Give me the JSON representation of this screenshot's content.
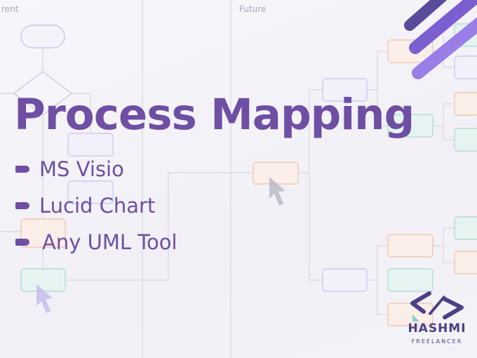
{
  "lanes": {
    "left_label": "rent",
    "right_label": "Future"
  },
  "headline": "Process Mapping",
  "bullets": [
    {
      "label": "MS Visio"
    },
    {
      "label": "Lucid Chart"
    },
    {
      "label": "Any UML Tool"
    }
  ],
  "logo": {
    "name": "HASHMI",
    "tagline": "FREELANCER"
  },
  "colors": {
    "accent": "#6e4fa3",
    "logo": "#4c3f86",
    "stripe_dark": "#5a4a9a",
    "stripe_light": "#8f6fe0"
  }
}
